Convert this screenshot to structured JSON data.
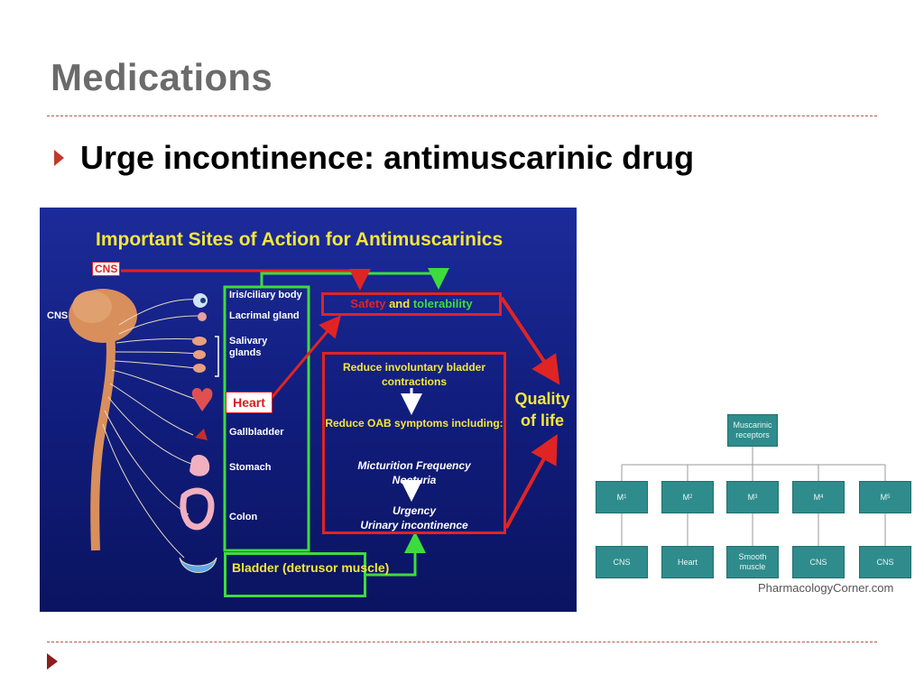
{
  "slide": {
    "title": "Medications",
    "bullet": "Urge incontinence: antimuscarinic drug"
  },
  "diagram": {
    "title": "Important Sites of Action for Antimuscarinics",
    "cns_tag": "CNS",
    "cns_side_label": "CNS",
    "organs": [
      "Iris/ciliary body",
      "Lacrimal gland",
      "Salivary glands",
      "Heart",
      "Gallbladder",
      "Stomach",
      "Colon"
    ],
    "bladder": "Bladder (detrusor muscle)",
    "safety_part1": "Safety",
    "safety_part2": "and",
    "safety_part3": "tolerability",
    "reduce_contractions": "Reduce involuntary bladder contractions",
    "reduce_oab": "Reduce OAB symptoms including:",
    "symptom_1": "Micturition Frequency",
    "symptom_2": "Nocturia",
    "symptom_3": "Urgency",
    "symptom_4": "Urinary incontinence",
    "quality": "Quality of life",
    "colors": {
      "background": "#101c7a",
      "green": "#3ddc3d",
      "red": "#e02424",
      "yellow": "#f5e63b"
    }
  },
  "tree": {
    "root": "Muscarinic receptors",
    "receptors": [
      {
        "label": "M",
        "sub": "1",
        "target": "CNS"
      },
      {
        "label": "M",
        "sub": "2",
        "target": "Heart"
      },
      {
        "label": "M",
        "sub": "3",
        "target": "Smooth muscle"
      },
      {
        "label": "M",
        "sub": "4",
        "target": "CNS"
      },
      {
        "label": "M",
        "sub": "5",
        "target": "CNS"
      }
    ],
    "credit": "PharmacologyCorner.com",
    "color": "#2f8c8c"
  }
}
